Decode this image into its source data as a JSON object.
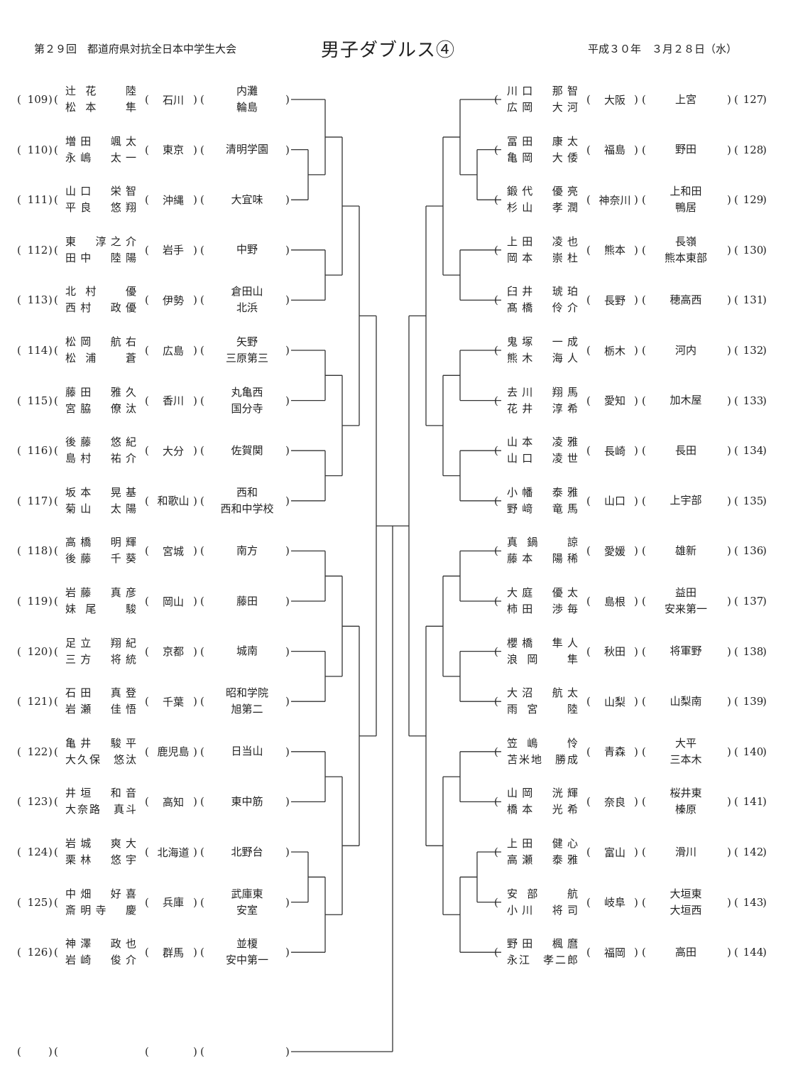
{
  "header": {
    "left": "第２９回　都道府県対抗全日本中学生大会",
    "title": "男子ダブルス④",
    "date": "平成３０年　３月２８日（水）"
  },
  "left_entries": [
    {
      "no": "109",
      "p1": "辻花　陸",
      "p2": "松本　隼",
      "pref": "石川",
      "s1": "内灘",
      "s2": "輪島"
    },
    {
      "no": "110",
      "p1": "増田　颯太",
      "p2": "永嶋　太一",
      "pref": "東京",
      "s1": "清明学園",
      "s2": ""
    },
    {
      "no": "111",
      "p1": "山口　栄智",
      "p2": "平良　悠翔",
      "pref": "沖縄",
      "s1": "大宜味",
      "s2": ""
    },
    {
      "no": "112",
      "p1": "東　淳之介",
      "p2": "田中　陸陽",
      "pref": "岩手",
      "s1": "中野",
      "s2": ""
    },
    {
      "no": "113",
      "p1": "北村　優",
      "p2": "西村　政優",
      "pref": "伊勢",
      "s1": "倉田山",
      "s2": "北浜"
    },
    {
      "no": "114",
      "p1": "松岡　航右",
      "p2": "松浦　蒼",
      "pref": "広島",
      "s1": "矢野",
      "s2": "三原第三"
    },
    {
      "no": "115",
      "p1": "藤田　雅久",
      "p2": "宮脇　僚汰",
      "pref": "香川",
      "s1": "丸亀西",
      "s2": "国分寺"
    },
    {
      "no": "116",
      "p1": "後藤　悠紀",
      "p2": "島村　祐介",
      "pref": "大分",
      "s1": "佐賀関",
      "s2": ""
    },
    {
      "no": "117",
      "p1": "坂本　晃基",
      "p2": "菊山　太陽",
      "pref": "和歌山",
      "s1": "西和",
      "s2": "西和中学校"
    },
    {
      "no": "118",
      "p1": "高橋　明輝",
      "p2": "後藤　千葵",
      "pref": "宮城",
      "s1": "南方",
      "s2": ""
    },
    {
      "no": "119",
      "p1": "岩藤　真彦",
      "p2": "妹尾　駿",
      "pref": "岡山",
      "s1": "藤田",
      "s2": ""
    },
    {
      "no": "120",
      "p1": "足立　翔紀",
      "p2": "三方　将統",
      "pref": "京都",
      "s1": "城南",
      "s2": ""
    },
    {
      "no": "121",
      "p1": "石田　真登",
      "p2": "岩瀬　佳悟",
      "pref": "千葉",
      "s1": "昭和学院",
      "s2": "旭第二"
    },
    {
      "no": "122",
      "p1": "亀井　駿平",
      "p2": "大久保　悠汰",
      "pref": "鹿児島",
      "s1": "日当山",
      "s2": ""
    },
    {
      "no": "123",
      "p1": "井垣　和音",
      "p2": "大奈路　真斗",
      "pref": "高知",
      "s1": "東中筋",
      "s2": ""
    },
    {
      "no": "124",
      "p1": "岩城　爽大",
      "p2": "栗林　悠宇",
      "pref": "北海道",
      "s1": "北野台",
      "s2": ""
    },
    {
      "no": "125",
      "p1": "中畑　好喜",
      "p2": "斎明寺　慶",
      "pref": "兵庫",
      "s1": "武庫東",
      "s2": "安室"
    },
    {
      "no": "126",
      "p1": "神澤　政也",
      "p2": "岩崎　俊介",
      "pref": "群馬",
      "s1": "並榎",
      "s2": "安中第一"
    }
  ],
  "right_entries": [
    {
      "no": "127",
      "p1": "川口　那智",
      "p2": "広岡　大河",
      "pref": "大阪",
      "s1": "上宮",
      "s2": ""
    },
    {
      "no": "128",
      "p1": "冨田　康太",
      "p2": "亀岡　大倭",
      "pref": "福島",
      "s1": "野田",
      "s2": ""
    },
    {
      "no": "129",
      "p1": "鍛代　優亮",
      "p2": "杉山　孝潤",
      "pref": "神奈川",
      "s1": "上和田",
      "s2": "鴨居"
    },
    {
      "no": "130",
      "p1": "上田　凌也",
      "p2": "岡本　崇杜",
      "pref": "熊本",
      "s1": "長嶺",
      "s2": "熊本東部"
    },
    {
      "no": "131",
      "p1": "臼井　琥珀",
      "p2": "髙橋　伶介",
      "pref": "長野",
      "s1": "穂高西",
      "s2": ""
    },
    {
      "no": "132",
      "p1": "鬼塚　一成",
      "p2": "熊木　海人",
      "pref": "栃木",
      "s1": "河内",
      "s2": ""
    },
    {
      "no": "133",
      "p1": "去川　翔馬",
      "p2": "花井　淳希",
      "pref": "愛知",
      "s1": "加木屋",
      "s2": ""
    },
    {
      "no": "134",
      "p1": "山本　凌雅",
      "p2": "山口　凌世",
      "pref": "長崎",
      "s1": "長田",
      "s2": ""
    },
    {
      "no": "135",
      "p1": "小幡　泰雅",
      "p2": "野﨑　竜馬",
      "pref": "山口",
      "s1": "上宇部",
      "s2": ""
    },
    {
      "no": "136",
      "p1": "真鍋　諒",
      "p2": "藤本　陽稀",
      "pref": "愛媛",
      "s1": "雄新",
      "s2": ""
    },
    {
      "no": "137",
      "p1": "大庭　優太",
      "p2": "柿田　渉毎",
      "pref": "島根",
      "s1": "益田",
      "s2": "安来第一"
    },
    {
      "no": "138",
      "p1": "櫻橋　隼人",
      "p2": "浪岡　隼",
      "pref": "秋田",
      "s1": "将軍野",
      "s2": ""
    },
    {
      "no": "139",
      "p1": "大沼　航太",
      "p2": "雨宮　陸",
      "pref": "山梨",
      "s1": "山梨南",
      "s2": ""
    },
    {
      "no": "140",
      "p1": "笠嶋　怜",
      "p2": "苫米地　勝成",
      "pref": "青森",
      "s1": "大平",
      "s2": "三本木"
    },
    {
      "no": "141",
      "p1": "山岡　洸輝",
      "p2": "橋本　光希",
      "pref": "奈良",
      "s1": "桜井東",
      "s2": "榛原"
    },
    {
      "no": "142",
      "p1": "上田　健心",
      "p2": "高瀬　泰雅",
      "pref": "富山",
      "s1": "滑川",
      "s2": ""
    },
    {
      "no": "143",
      "p1": "安部　航",
      "p2": "小川　将司",
      "pref": "岐阜",
      "s1": "大垣東",
      "s2": "大垣西"
    },
    {
      "no": "144",
      "p1": "野田　楓麿",
      "p2": "永江　孝二郎",
      "pref": "福岡",
      "s1": "高田",
      "s2": ""
    }
  ],
  "blank_entry": {
    "no": "",
    "p1": "",
    "p2": "",
    "pref": "",
    "s1": "",
    "s2": ""
  }
}
